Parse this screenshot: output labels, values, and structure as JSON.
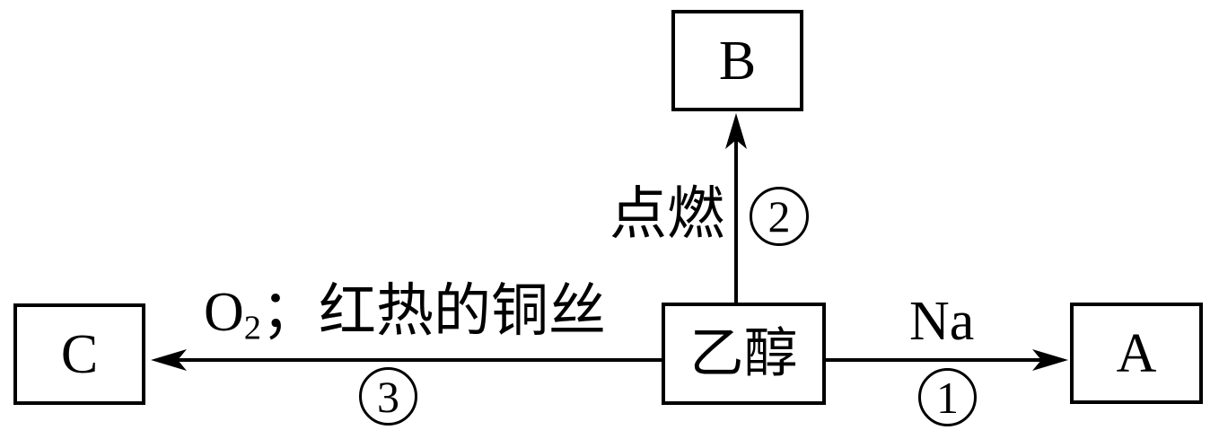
{
  "diagram_title": "ethanol-reaction-diagram",
  "nodes": {
    "center": "乙醇",
    "a": "A",
    "b": "B",
    "c": "C"
  },
  "arrows": {
    "up": {
      "condition": "点燃",
      "step": "2",
      "target": "B"
    },
    "right": {
      "condition": "Na",
      "step": "1",
      "target": "A"
    },
    "left": {
      "condition_formula": "O",
      "condition_subscript": "2",
      "condition_rest": "；红热的铜丝",
      "step": "3",
      "target": "C"
    }
  },
  "colors": {
    "line": "#000000",
    "background": "#ffffff"
  }
}
